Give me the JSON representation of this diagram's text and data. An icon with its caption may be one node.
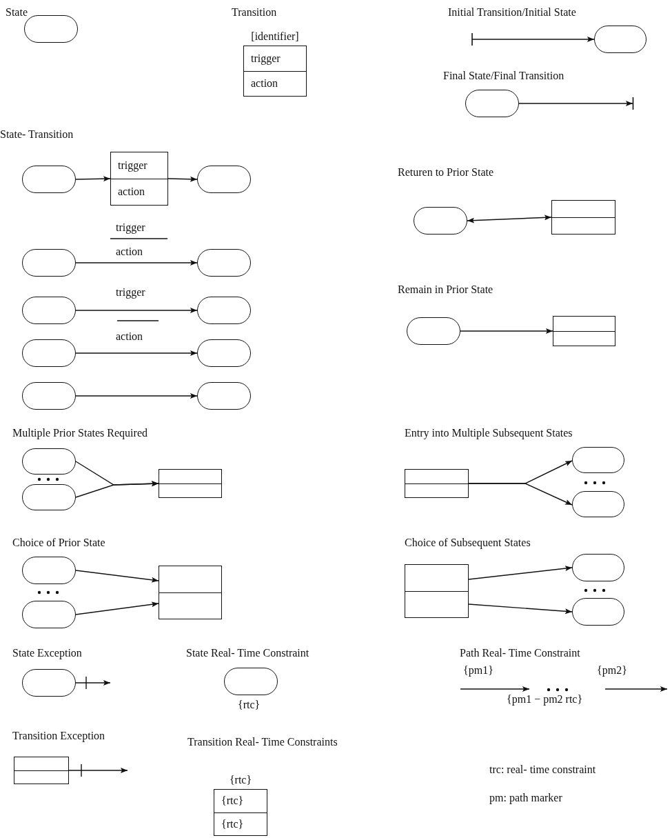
{
  "diagram": {
    "nodes": [
      {
        "text": [],
        "shape": "oval"
      },
      {
        "text": [
          "[identifier]",
          "trigger",
          "action"
        ]
      },
      {
        "text": [],
        "shape": "oval"
      },
      {
        "text": [],
        "shape": "oval"
      },
      {
        "text": [],
        "shape": "oval"
      },
      {
        "text": [
          "trigger",
          "action"
        ]
      },
      {
        "text": [],
        "shape": "oval"
      },
      {
        "text": [],
        "shape": "oval"
      },
      {
        "text": [],
        "shape": "oval"
      },
      {
        "text": [],
        "shape": "oval"
      },
      {
        "text": [],
        "shape": "oval"
      },
      {
        "text": [],
        "shape": "oval"
      },
      {
        "text": [],
        "shape": "oval"
      },
      {
        "text": [],
        "shape": "oval"
      },
      {
        "text": [],
        "shape": "oval"
      },
      {
        "text": [],
        "shape": "oval"
      },
      {
        "text": [],
        "shape": "box"
      },
      {
        "text": [],
        "shape": "oval"
      },
      {
        "text": [],
        "shape": "box"
      },
      {
        "text": [],
        "shape": "oval"
      },
      {
        "text": [],
        "shape": "oval"
      },
      {
        "text": [],
        "shape": "box"
      },
      {
        "text": [],
        "shape": "box"
      },
      {
        "text": [],
        "shape": "oval"
      },
      {
        "text": [],
        "shape": "oval"
      },
      {
        "text": [],
        "shape": "oval"
      },
      {
        "text": [],
        "shape": "oval"
      },
      {
        "text": [],
        "shape": "box"
      },
      {
        "text": [],
        "shape": "box"
      },
      {
        "text": [],
        "shape": "oval"
      },
      {
        "text": [],
        "shape": "oval"
      },
      {
        "text": [],
        "shape": "oval"
      },
      {
        "text": [],
        "shape": "oval",
        "beside": [
          "{rtc}"
        ]
      },
      {
        "text": [],
        "shape": "box"
      },
      {
        "text": [
          "{rtc}",
          "{rtc}",
          "{rtc}"
        ]
      }
    ],
    "edges": [
      {
        "from": null,
        "to": 2,
        "arrow": "to"
      },
      {
        "from": 3,
        "to": null,
        "arrow": "to"
      },
      {
        "from": 4,
        "to": 5,
        "arrow": "to"
      },
      {
        "from": 5,
        "to": 6,
        "arrow": "to"
      },
      {
        "from": 7,
        "to": 8,
        "arrow": "to"
      },
      {
        "from": 9,
        "to": 10,
        "arrow": "to"
      },
      {
        "from": 11,
        "to": 12,
        "arrow": "to"
      },
      {
        "from": 13,
        "to": 14,
        "arrow": "to"
      },
      {
        "from": 15,
        "to": 16,
        "arrow": "both"
      },
      {
        "from": 17,
        "to": 18,
        "arrow": "to"
      },
      {
        "from": 19,
        "to": 21,
        "arrow": "to"
      },
      {
        "from": 20,
        "to": 21,
        "arrow": "to"
      },
      {
        "from": 22,
        "to": 23,
        "arrow": "to"
      },
      {
        "from": 22,
        "to": 24,
        "arrow": "to"
      },
      {
        "from": 25,
        "to": 27,
        "arrow": "to"
      },
      {
        "from": 26,
        "to": 27,
        "arrow": "to"
      },
      {
        "from": 28,
        "to": 29,
        "arrow": "to"
      },
      {
        "from": 28,
        "to": 30,
        "arrow": "to"
      },
      {
        "from": 31,
        "to": null,
        "arrow": "to"
      },
      {
        "from": 33,
        "to": null,
        "arrow": "to"
      }
    ],
    "labels": [
      "State",
      "Transition",
      "Initial Transition/Initial State",
      "Final State/Final Transition",
      "State- Transition",
      "Returen to Prior State",
      "trigger",
      "action",
      "Remain in Prior State",
      "trigger",
      "action",
      "Multiple Prior States Required",
      "Entry into Multiple Subsequent States",
      "Choice of Prior State",
      "Choice of Subsequent States",
      "State Exception",
      "State Real- Time Constraint",
      "Path Real- Time Constraint",
      "{pm1}",
      "{pm2}",
      "{pm1 − pm2 rtc}",
      "Transition Exception",
      "Transition Real- Time Constraints",
      "trc: real- time constraint",
      "pm: path marker"
    ]
  }
}
